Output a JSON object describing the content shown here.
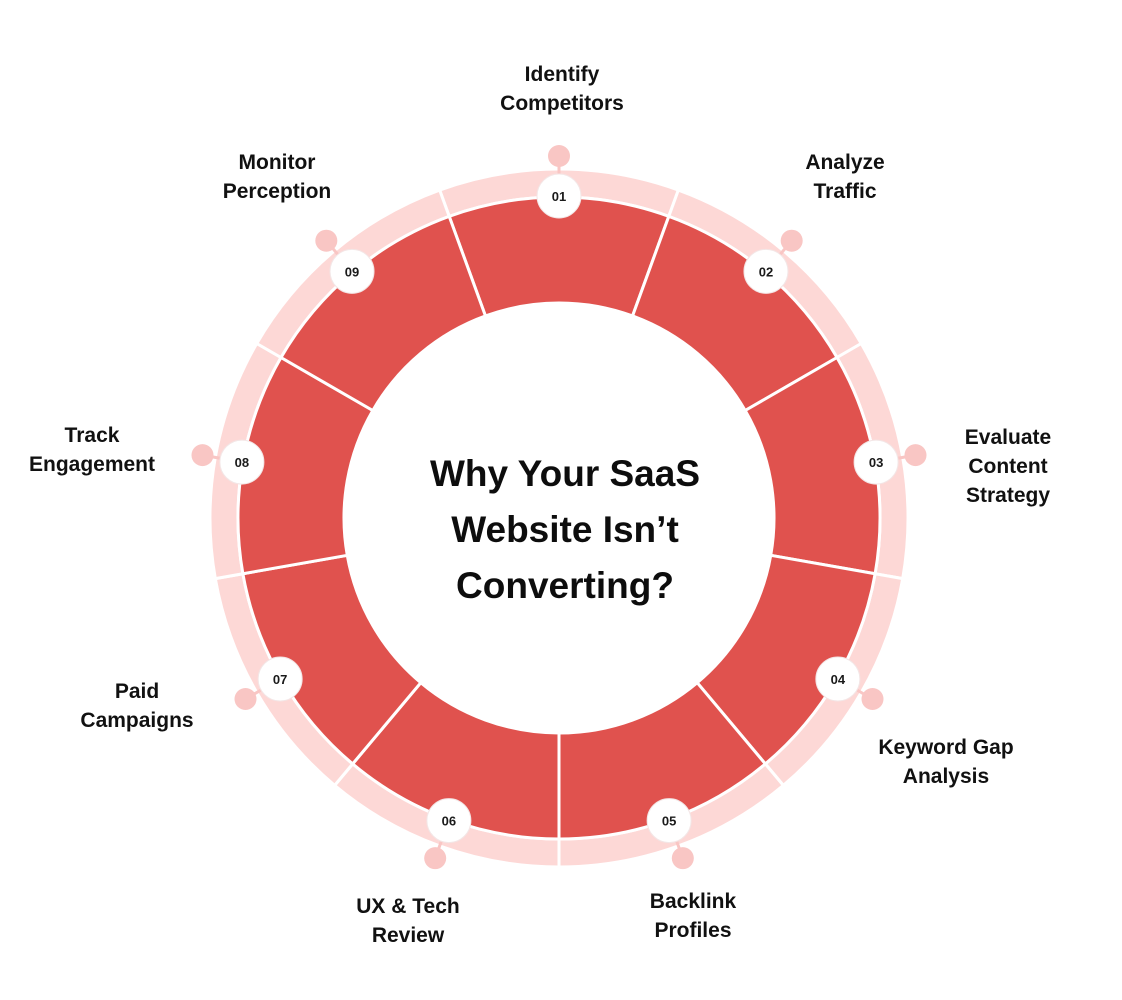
{
  "title": {
    "lines": [
      "Why Your SaaS",
      "Website Isn’t",
      "Converting?"
    ]
  },
  "colors": {
    "segment": "#E0524E",
    "outer_ring": "#FDD8D6",
    "connector": "#F9C6C4",
    "badge_fill": "#FFFFFF",
    "text": "#111111"
  },
  "steps": [
    {
      "number": "01",
      "label_lines": [
        "Identify",
        "Competitors"
      ]
    },
    {
      "number": "02",
      "label_lines": [
        "Analyze",
        "Traffic"
      ]
    },
    {
      "number": "03",
      "label_lines": [
        "Evaluate",
        "Content",
        "Strategy"
      ]
    },
    {
      "number": "04",
      "label_lines": [
        "Keyword Gap",
        "Analysis"
      ]
    },
    {
      "number": "05",
      "label_lines": [
        "Backlink",
        "Profiles"
      ]
    },
    {
      "number": "06",
      "label_lines": [
        "UX & Tech",
        "Review"
      ]
    },
    {
      "number": "07",
      "label_lines": [
        "Paid",
        "Campaigns"
      ]
    },
    {
      "number": "08",
      "label_lines": [
        "Track",
        "Engagement"
      ]
    },
    {
      "number": "09",
      "label_lines": [
        "Monitor",
        "Perception"
      ]
    }
  ]
}
